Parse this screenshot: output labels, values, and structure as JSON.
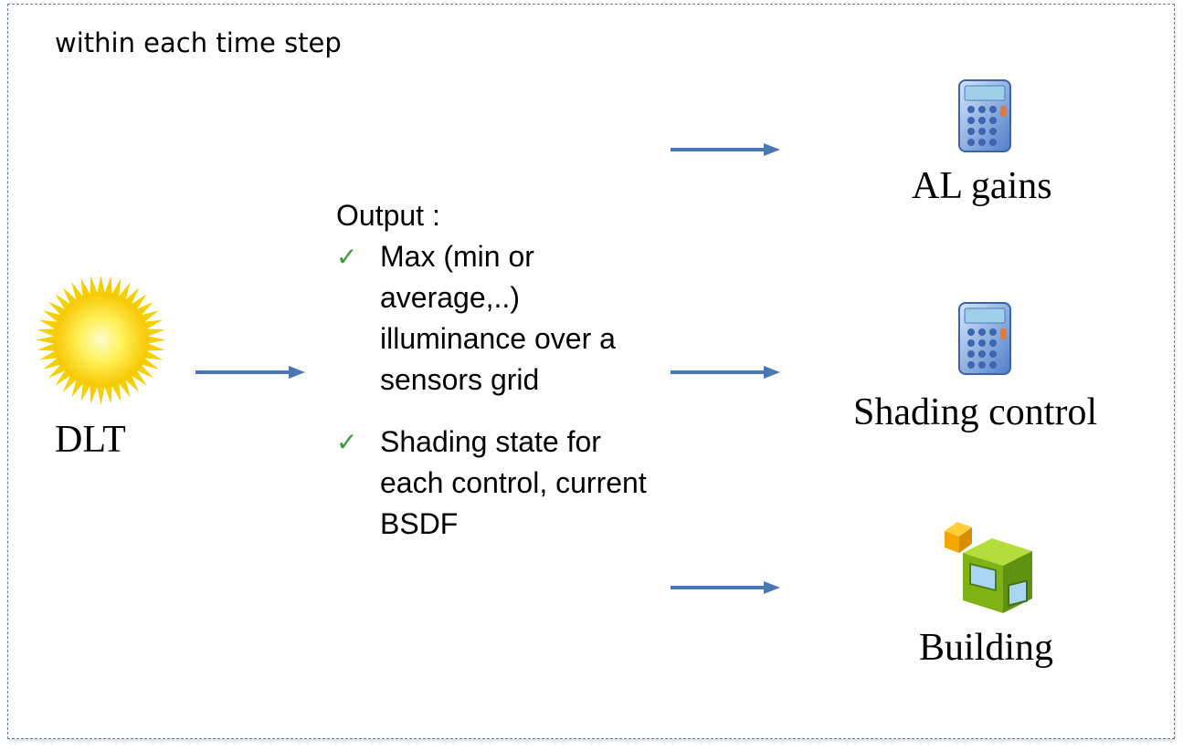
{
  "heading": "within each time step",
  "source": {
    "label": "DLT",
    "icon": "sun-icon"
  },
  "output": {
    "title": "Output :",
    "items": [
      {
        "check": "✓",
        "text": "Max (min or average,..) illuminance over a sensors grid"
      },
      {
        "check": "✓",
        "text": "Shading state for each control, current BSDF"
      }
    ]
  },
  "targets": [
    {
      "label": "AL gains",
      "icon": "calculator-icon"
    },
    {
      "label": "Shading control",
      "icon": "calculator-icon"
    },
    {
      "label": "Building",
      "icon": "building-icon"
    }
  ],
  "colors": {
    "arrow": "#4a78b5",
    "border": "#5b7f9e",
    "check": "#3a9a3a"
  }
}
